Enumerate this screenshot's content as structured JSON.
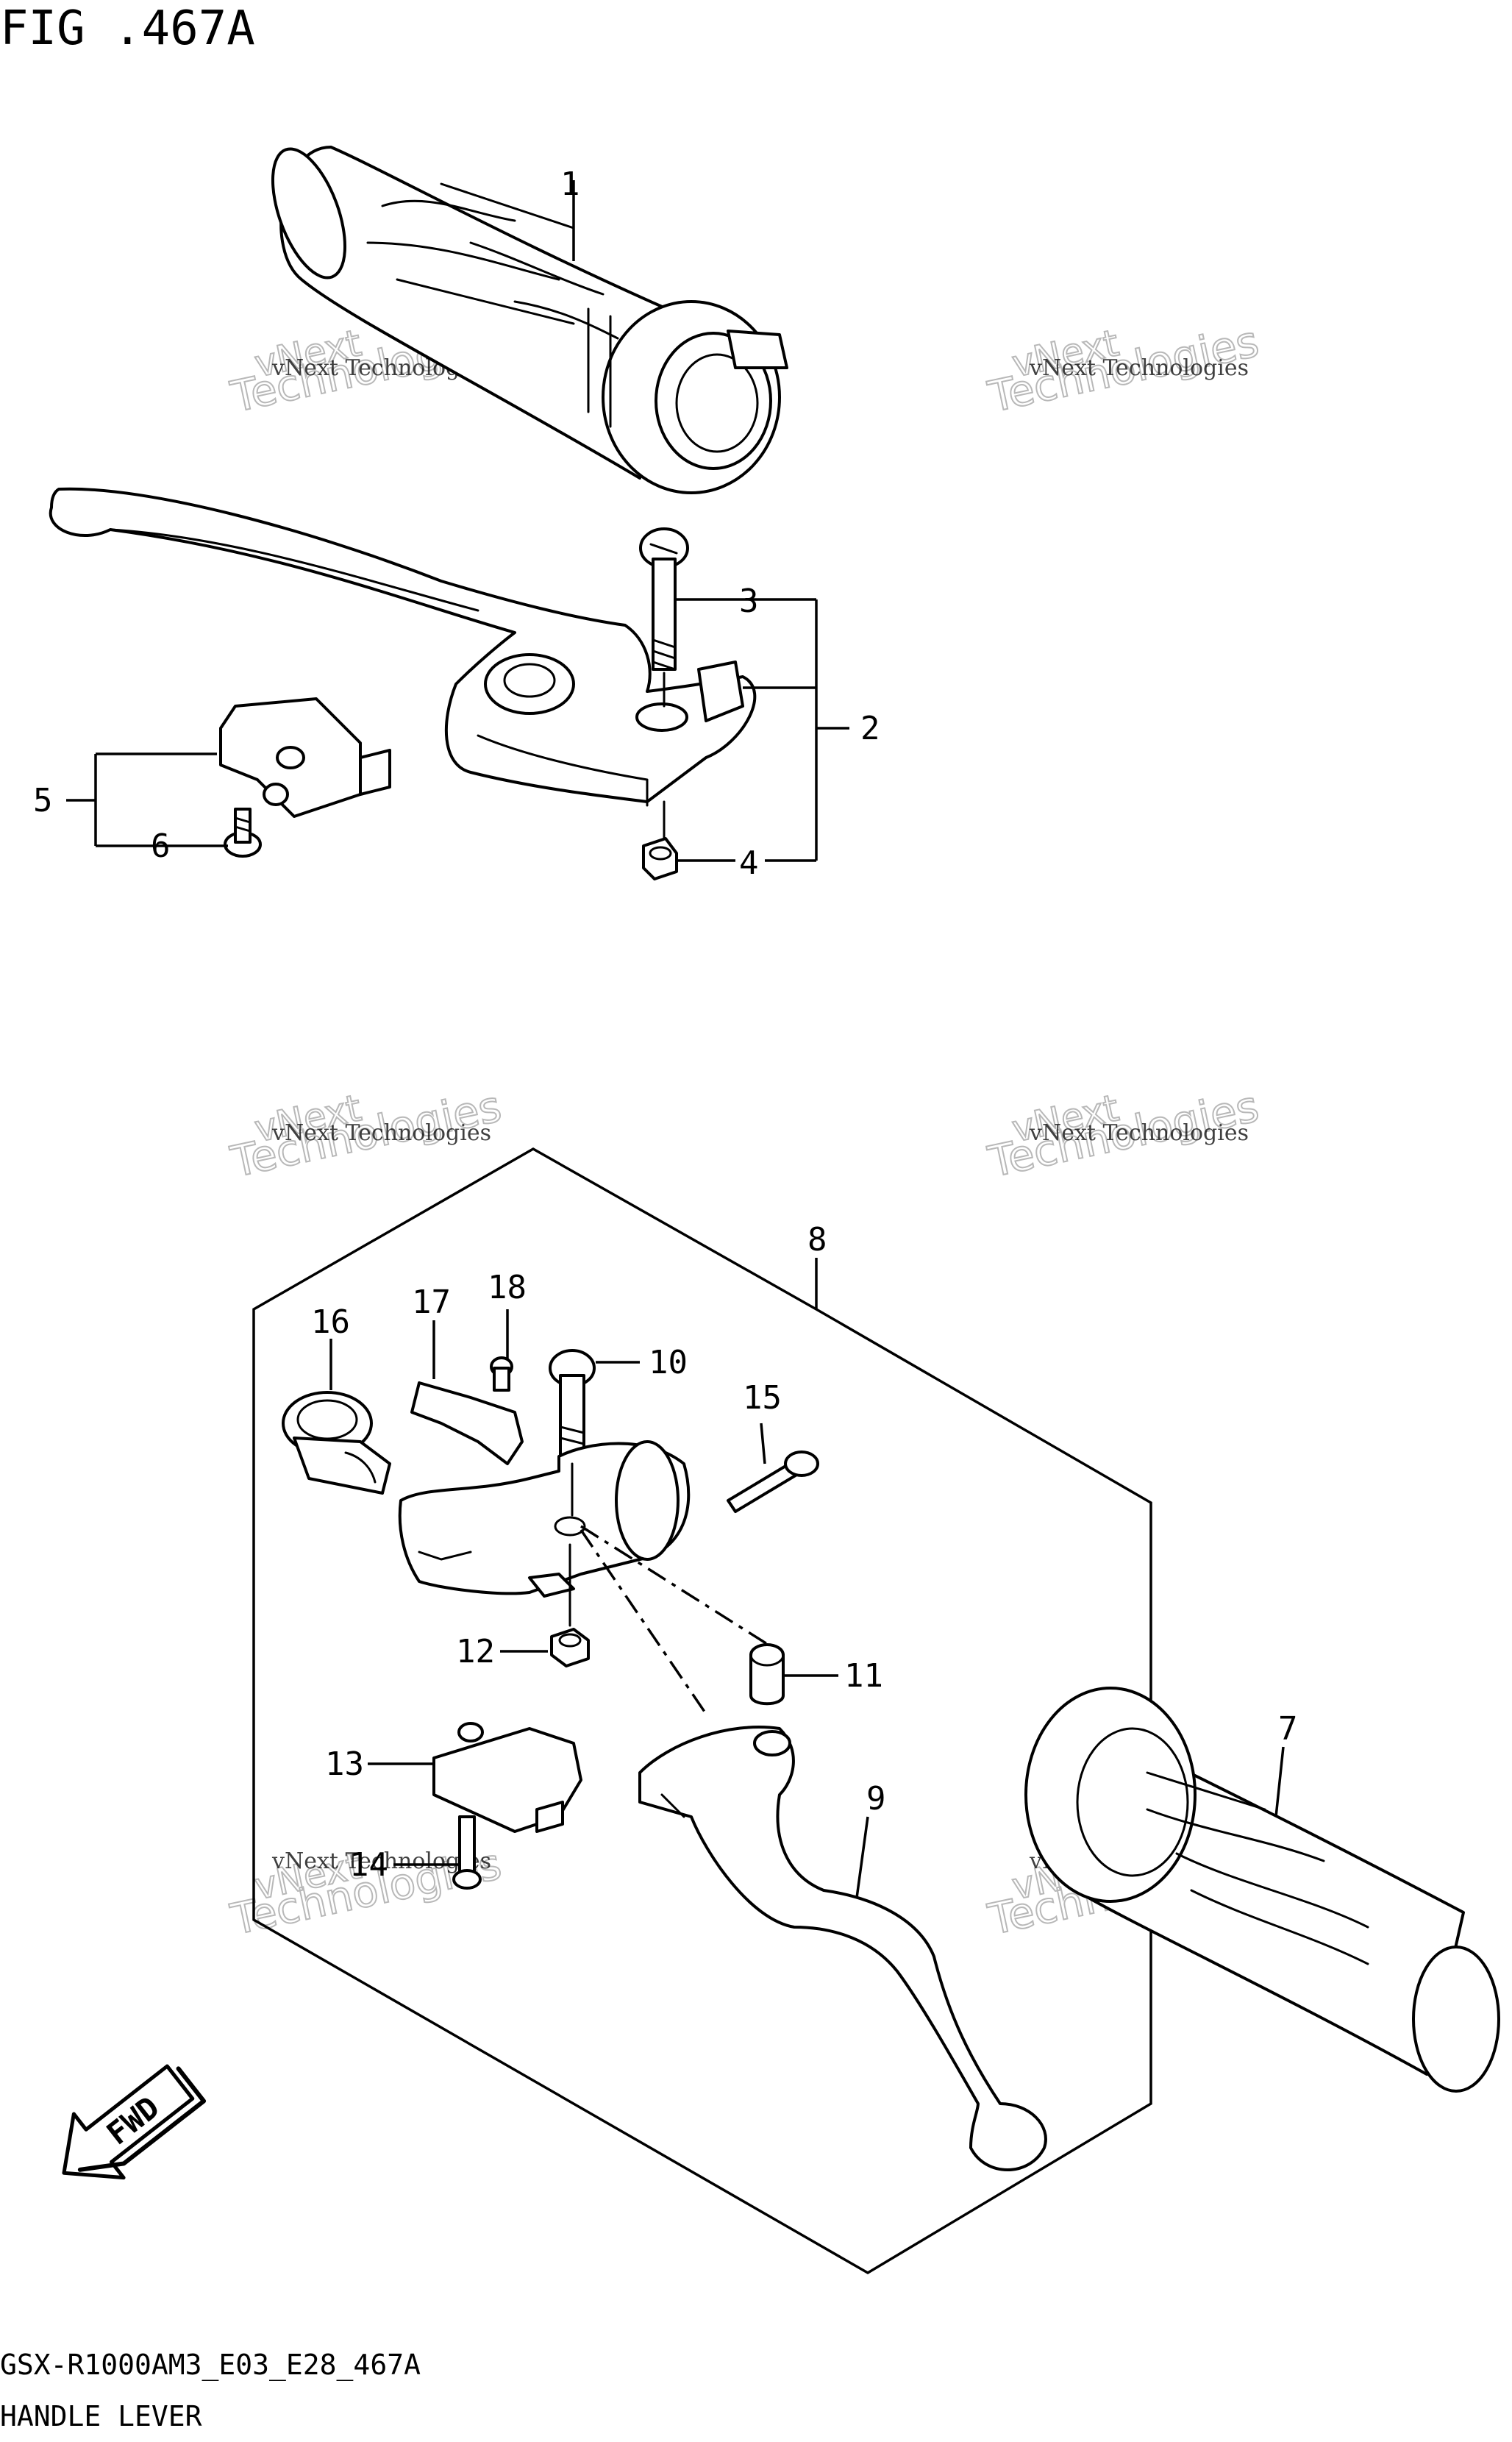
{
  "figure": {
    "title": "FIG .467A",
    "footer_code": "GSX-R1000AM3_E03_E28_467A",
    "footer_name": "HANDLE LEVER"
  },
  "watermark": {
    "line1": "vNext Technologies",
    "line2": "Technologies",
    "line3": "vNext"
  },
  "callouts": [
    {
      "id": "callout-1",
      "label": "1"
    },
    {
      "id": "callout-2",
      "label": "2"
    },
    {
      "id": "callout-3",
      "label": "3"
    },
    {
      "id": "callout-4",
      "label": "4"
    },
    {
      "id": "callout-5",
      "label": "5"
    },
    {
      "id": "callout-6",
      "label": "6"
    },
    {
      "id": "callout-7",
      "label": "7"
    },
    {
      "id": "callout-8",
      "label": "8"
    },
    {
      "id": "callout-9",
      "label": "9"
    },
    {
      "id": "callout-10",
      "label": "10"
    },
    {
      "id": "callout-11",
      "label": "11"
    },
    {
      "id": "callout-12",
      "label": "12"
    },
    {
      "id": "callout-13",
      "label": "13"
    },
    {
      "id": "callout-14",
      "label": "14"
    },
    {
      "id": "callout-15",
      "label": "15"
    },
    {
      "id": "callout-16",
      "label": "16"
    },
    {
      "id": "callout-17",
      "label": "17"
    },
    {
      "id": "callout-18",
      "label": "18"
    }
  ],
  "fwd_arrow": {
    "label": "FWD"
  }
}
